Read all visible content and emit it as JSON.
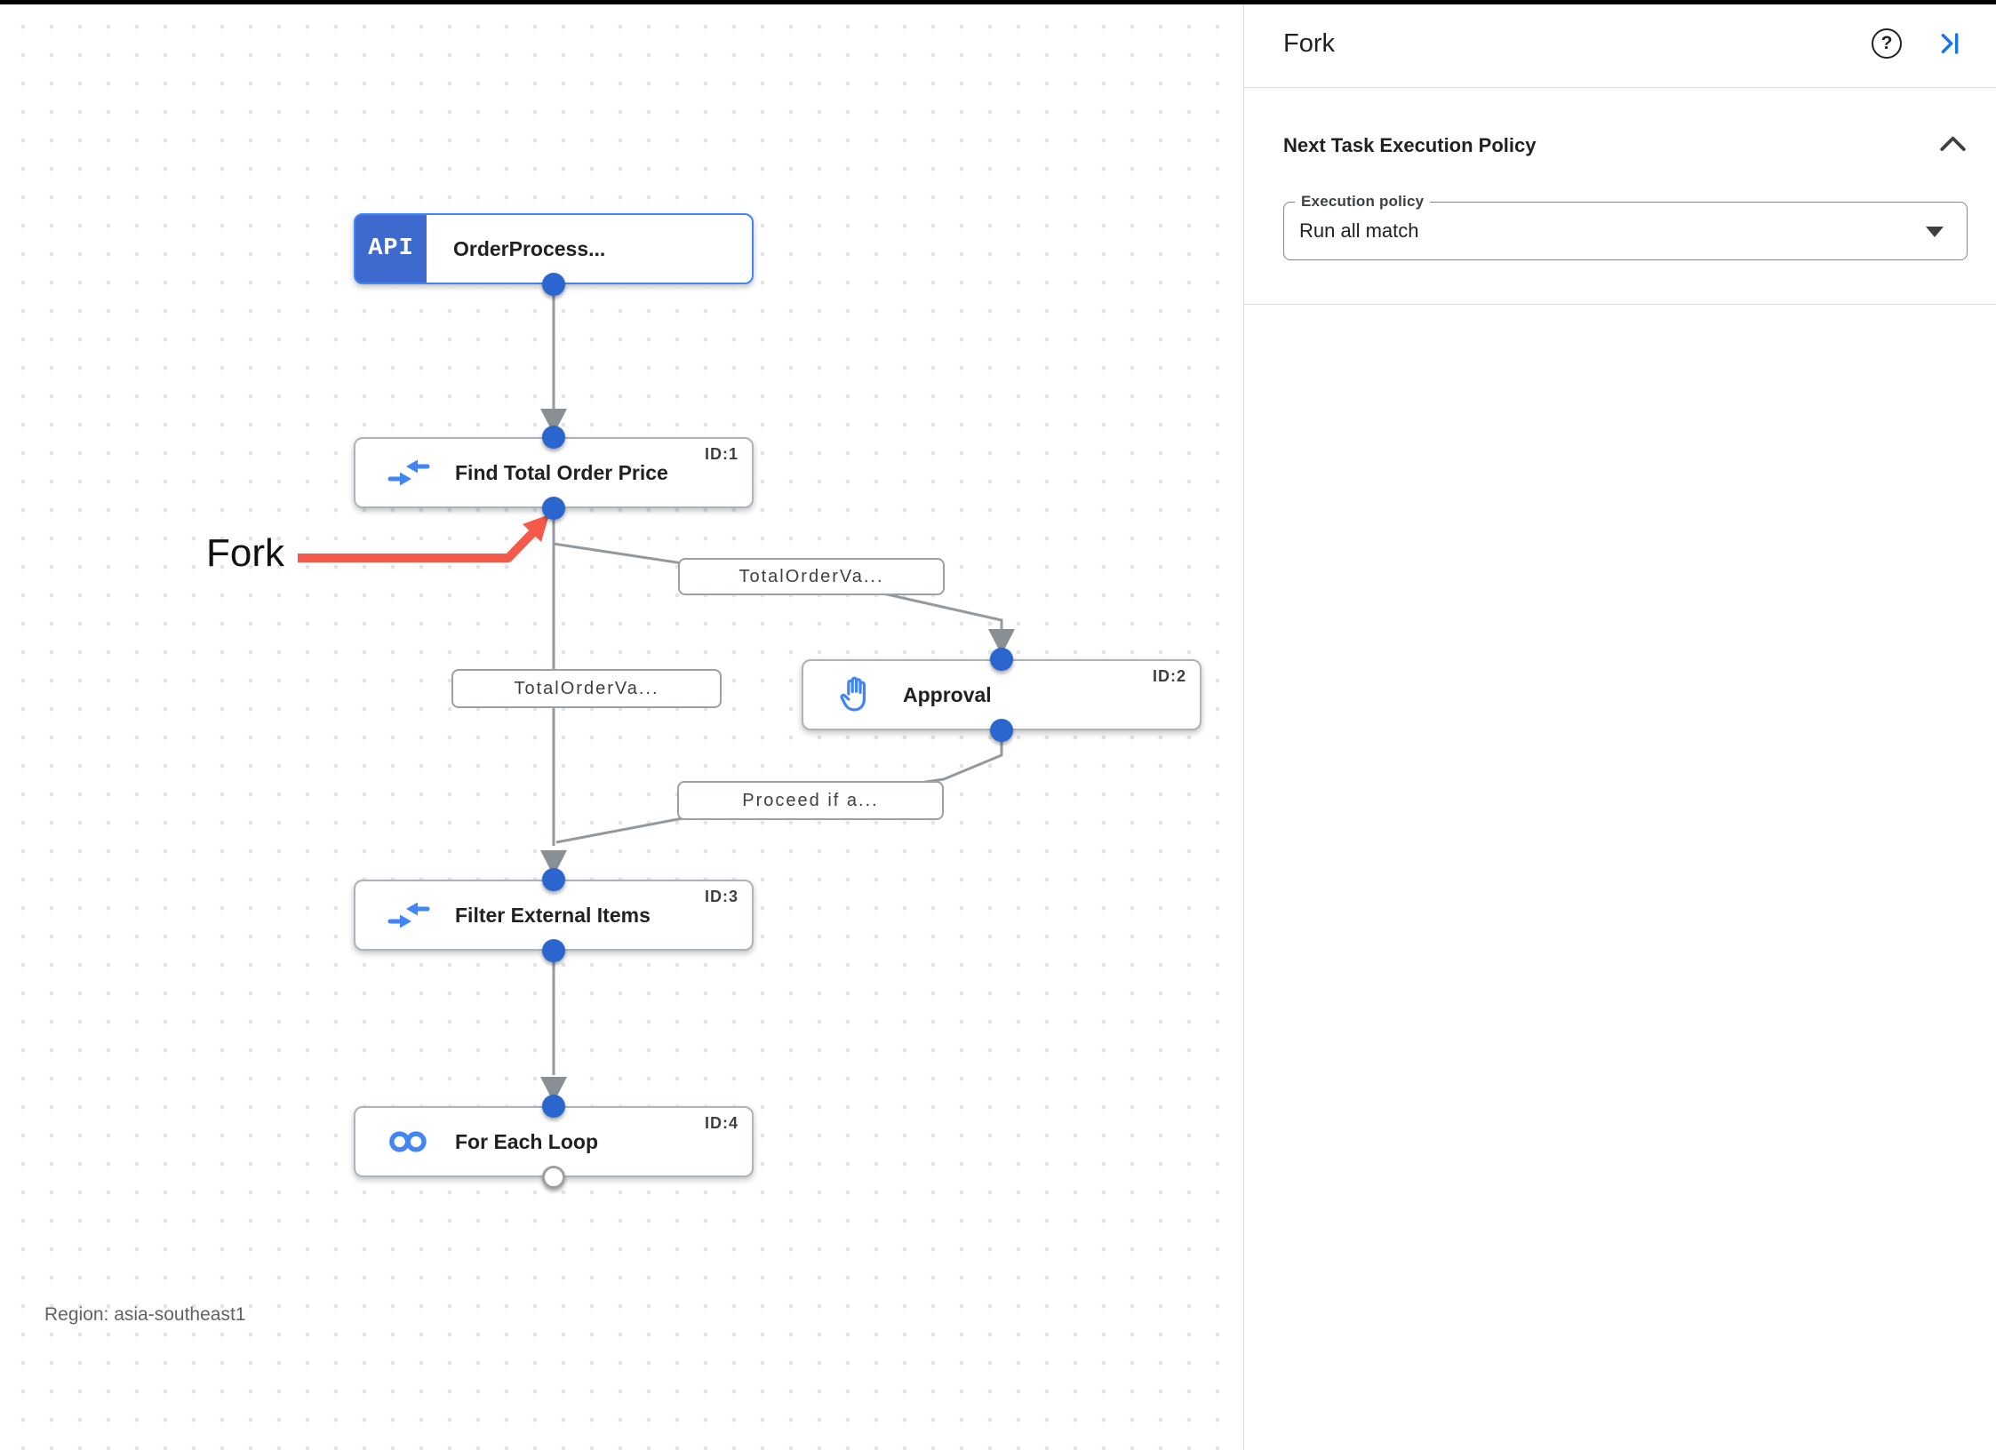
{
  "canvas": {
    "region_label": "Region: asia-southeast1",
    "annotation": {
      "label": "Fork",
      "color": "#f4594a"
    },
    "trigger_badge": "API",
    "nodes": [
      {
        "title": "OrderProcess...",
        "id_label": "",
        "icon": "api-trigger-icon"
      },
      {
        "title": "Find Total Order Price",
        "id_label": "ID:1",
        "icon": "data-mapping-icon"
      },
      {
        "title": "Approval",
        "id_label": "ID:2",
        "icon": "approval-hand-icon"
      },
      {
        "title": "Filter External Items",
        "id_label": "ID:3",
        "icon": "data-mapping-icon"
      },
      {
        "title": "For Each Loop",
        "id_label": "ID:4",
        "icon": "for-each-loop-icon"
      }
    ],
    "edge_labels": [
      {
        "text": "TotalOrderVa..."
      },
      {
        "text": "TotalOrderVa..."
      },
      {
        "text": "Proceed if a..."
      }
    ]
  },
  "panel": {
    "title": "Fork",
    "help_glyph": "?",
    "section": {
      "title": "Next Task Execution Policy",
      "field_label": "Execution policy",
      "field_value": "Run all match"
    }
  },
  "colors": {
    "node_border": "#aeb3b9",
    "trigger_blue": "#3e6ad0",
    "trigger_border": "#4285f4",
    "icon_blue": "#4285f4",
    "dot_blue": "#2b66cf",
    "edge_gray": "#94999e",
    "annotation_red": "#f4594a",
    "panel_divider": "#dadce0",
    "accent_blue": "#1a73e8"
  }
}
